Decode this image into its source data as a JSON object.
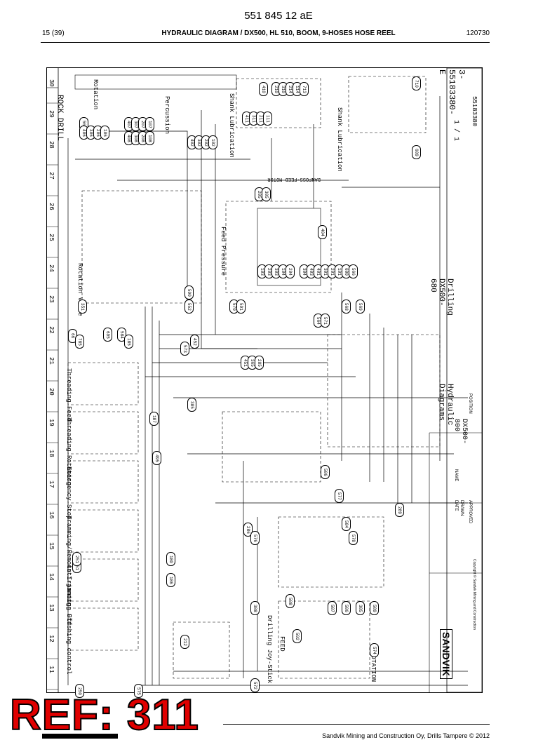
{
  "header": {
    "doc_code": "551 845 12 aE",
    "page": "15 (39)",
    "title": "HYDRAULIC DIAGRAM / DX500, HL 510, BOOM, 9-HOSES HOSE REEL",
    "date": "120730"
  },
  "grid": {
    "columns": [
      "30",
      "29",
      "28",
      "27",
      "26",
      "25",
      "24",
      "23",
      "22",
      "21",
      "20",
      "19",
      "18",
      "17",
      "16",
      "15",
      "14",
      "13",
      "12",
      "11"
    ]
  },
  "labels": {
    "rock_drill": "ROCK DRILL",
    "rotation": "Rotation",
    "percussion": "Percussion",
    "shank_lubrication_a": "Shank Lubrication",
    "shank_lubrication_b": "Shank Lubrication",
    "rotation_valve": "Rotation Valve",
    "feed_pressure": "Feed Pressure",
    "danfoss": "DANFOSS-FEED MOTOR",
    "threading_feed": "Threading Feed",
    "threading_rotation": "Threading Rotation",
    "emergency_stop": "Emergency Stop",
    "tramming": "Tramming/Remote Tramming",
    "anti_jamming": "Anti-jamming Off",
    "flushing": "Flushing control",
    "joystick": "Drilling Joy-Stick",
    "feed": "FEED",
    "rotation2": "ROTATION",
    "drilling_dx": "Drilling DX500-680",
    "hydraulic_diagrams": "Hydraulic Diagrams",
    "dx500_800": "DX500-800"
  },
  "hoses": [
    "410",
    "210",
    "310",
    "214",
    "114",
    "713",
    "710",
    "609",
    "411",
    "311",
    "211",
    "111",
    "402",
    "302",
    "202",
    "102",
    "567",
    "406",
    "306",
    "206",
    "106",
    "407",
    "307",
    "207",
    "107",
    "408",
    "308",
    "208",
    "108",
    "205",
    "305",
    "404",
    "103",
    "203",
    "303",
    "104",
    "204",
    "304",
    "403",
    "401",
    "301",
    "201",
    "101",
    "600",
    "566",
    "568",
    "569",
    "564",
    "571",
    "570",
    "591",
    "590",
    "552",
    "351",
    "66",
    "785",
    "695",
    "584",
    "185",
    "573",
    "452",
    "451",
    "365",
    "285",
    "385",
    "187",
    "495",
    "586",
    "286",
    "576",
    "577",
    "584",
    "578",
    "289",
    "180",
    "186",
    "151",
    "251",
    "588",
    "388",
    "212",
    "592",
    "587",
    "586",
    "385",
    "589",
    "574",
    "250",
    "575",
    "572"
  ],
  "title_block": {
    "sheet": "1 / 1",
    "drawing_no": "3-55183380-E",
    "alt_no": "55183380",
    "brand": "SANDVIK",
    "copyright": "Copyright © Sandvik Mining and Construction",
    "name": "NAME",
    "date": "DATE",
    "drawn": "DRAWN",
    "approved": "APPROVED",
    "position": "POSITION"
  },
  "ref": "REF: 311",
  "footer": {
    "company": "Sandvik Mining and Construction Oy, Drills Tampere © 2012"
  }
}
